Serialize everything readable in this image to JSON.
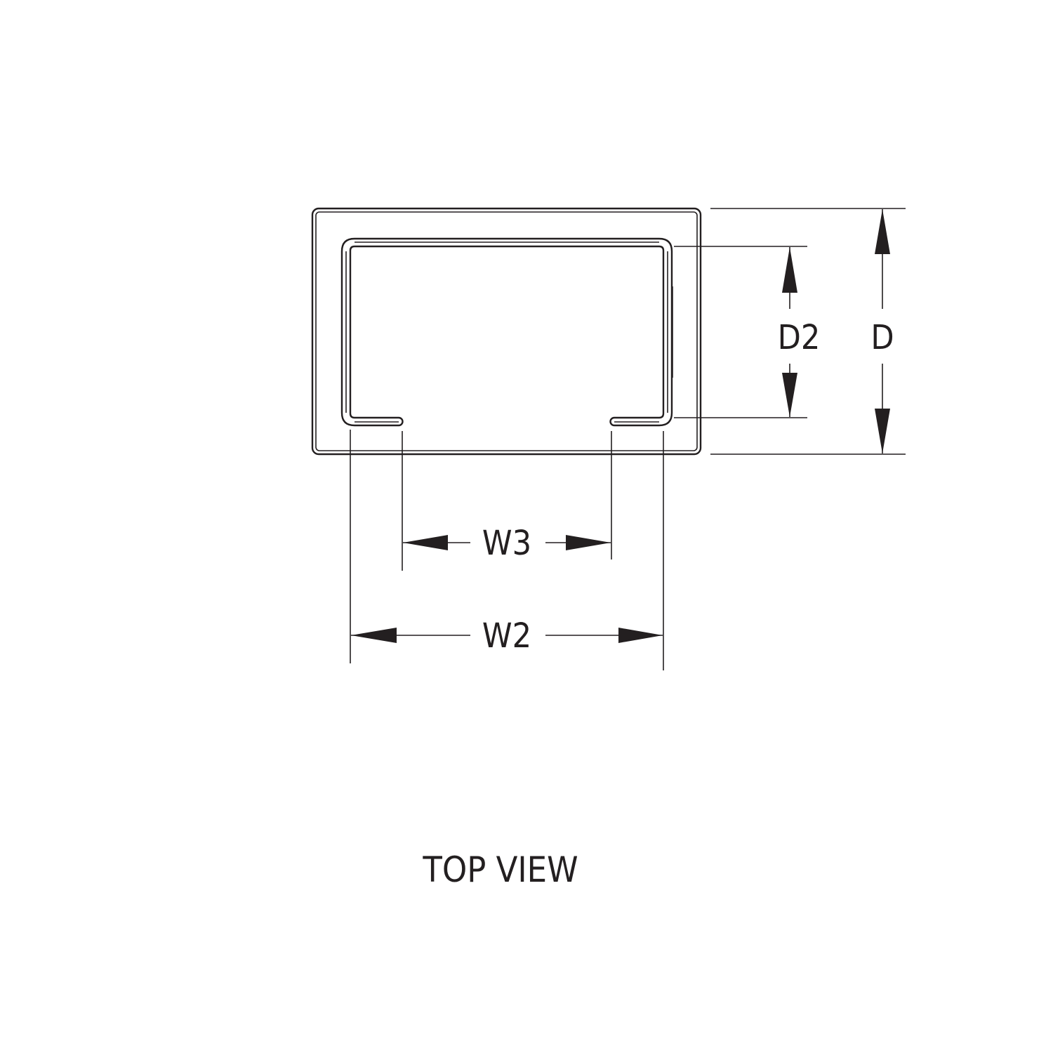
{
  "labels": {
    "d2": "D2",
    "d": "D",
    "w3": "W3",
    "w2": "W2"
  },
  "caption": "TOP VIEW"
}
